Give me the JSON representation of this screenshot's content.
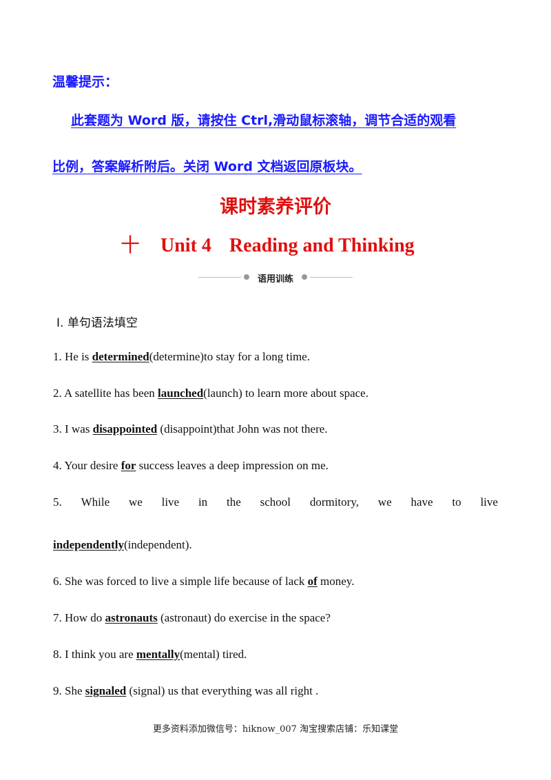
{
  "tip": {
    "label": "温馨提示：",
    "line1": "此套题为 Word 版，请按住 Ctrl,滑动鼠标滚轴，调节合适的观看",
    "line2": "比例，答案解析附后。关闭 Word 文档返回原板块。"
  },
  "title": {
    "main": "课时素养评价",
    "number": "十",
    "unit": "Unit 4",
    "topic": "Reading and Thinking"
  },
  "divider_text": "语用训练",
  "section_heading": "Ⅰ. 单句语法填空",
  "questions": [
    {
      "pre": "1. He is ",
      "ans": "determined",
      "post": "(determine)to stay for a long time."
    },
    {
      "pre": "2. A satellite has been ",
      "ans": "launched",
      "post": "(launch) to learn more about space."
    },
    {
      "pre": "3. I was ",
      "ans": "disappointed",
      "post": " (disappoint)that John was not there."
    },
    {
      "pre": "4. Your desire ",
      "ans": "for",
      "post": " success leaves a deep impression on me."
    },
    {
      "words": [
        "5.",
        "While",
        "we",
        "live",
        "in",
        "the",
        "school",
        "dormitory,",
        "we",
        "have",
        "to",
        "live"
      ],
      "ans": "independently",
      "post": "(independent)."
    },
    {
      "pre": "6. She was forced to live a simple life because of lack ",
      "ans": "of",
      "post": " money."
    },
    {
      "pre": "7. How do ",
      "ans": "astronauts",
      "post": " (astronaut) do exercise in the space?"
    },
    {
      "pre": "8. I think you are ",
      "ans": "mentally",
      "post": "(mental) tired."
    },
    {
      "pre": "9. She ",
      "ans": "signaled",
      "post": " (signal) us that everything was all right ."
    }
  ],
  "footer": "更多资料添加微信号：hiknow_007 淘宝搜索店铺：乐知课堂"
}
